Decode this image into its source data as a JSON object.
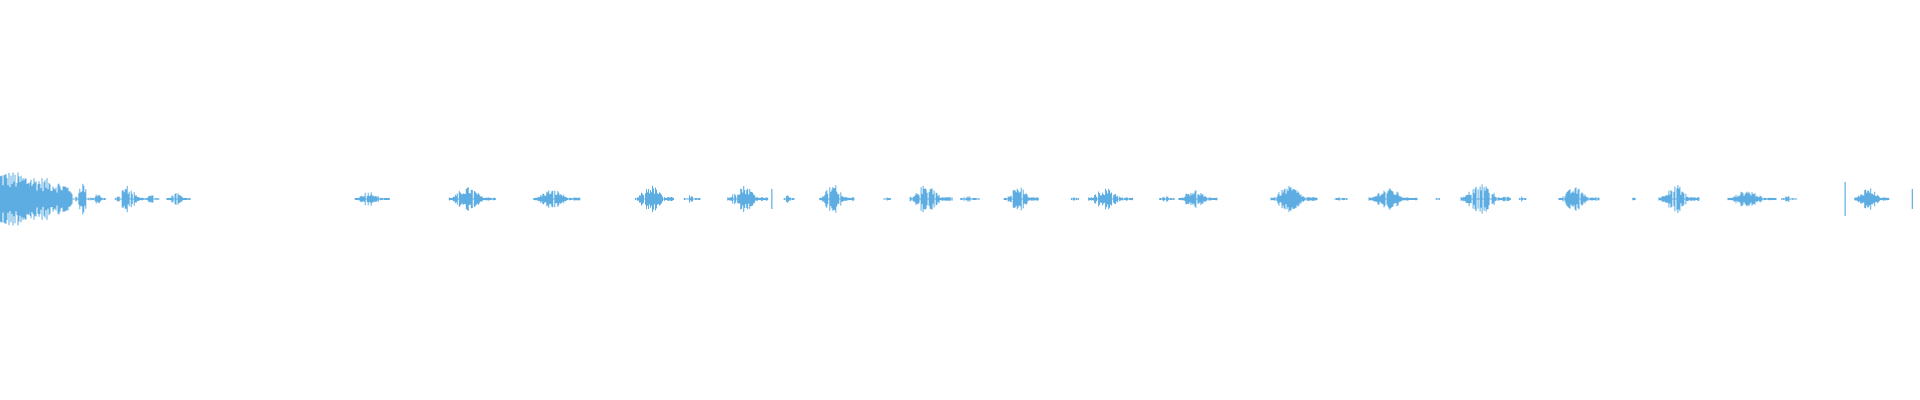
{
  "waveform": {
    "color": "#5dade2",
    "background": "#ffffff",
    "segments": [
      {
        "start": 0.0,
        "end": 0.038,
        "peak": 0.15,
        "fill": 1.0
      },
      {
        "start": 0.038,
        "end": 0.039,
        "peak": 0.28,
        "fill": 0.25
      },
      {
        "start": 0.0395,
        "end": 0.048,
        "peak": 0.09,
        "fill": 0.45
      },
      {
        "start": 0.048,
        "end": 0.055,
        "peak": 0.03,
        "fill": 0.3
      },
      {
        "start": 0.06,
        "end": 0.076,
        "peak": 0.07,
        "fill": 0.55
      },
      {
        "start": 0.076,
        "end": 0.083,
        "peak": 0.025,
        "fill": 0.3
      },
      {
        "start": 0.087,
        "end": 0.099,
        "peak": 0.03,
        "fill": 0.45
      },
      {
        "start": 0.185,
        "end": 0.203,
        "peak": 0.04,
        "fill": 0.55
      },
      {
        "start": 0.234,
        "end": 0.258,
        "peak": 0.06,
        "fill": 0.55
      },
      {
        "start": 0.278,
        "end": 0.302,
        "peak": 0.05,
        "fill": 0.6
      },
      {
        "start": 0.331,
        "end": 0.351,
        "peak": 0.07,
        "fill": 0.55
      },
      {
        "start": 0.356,
        "end": 0.365,
        "peak": 0.02,
        "fill": 0.25
      },
      {
        "start": 0.379,
        "end": 0.4,
        "peak": 0.07,
        "fill": 0.55
      },
      {
        "start": 0.408,
        "end": 0.414,
        "peak": 0.02,
        "fill": 0.25
      },
      {
        "start": 0.427,
        "end": 0.445,
        "peak": 0.075,
        "fill": 0.55
      },
      {
        "start": 0.46,
        "end": 0.464,
        "peak": 0.01,
        "fill": 0.2
      },
      {
        "start": 0.474,
        "end": 0.496,
        "peak": 0.075,
        "fill": 0.55
      },
      {
        "start": 0.5,
        "end": 0.51,
        "peak": 0.015,
        "fill": 0.25
      },
      {
        "start": 0.523,
        "end": 0.541,
        "peak": 0.065,
        "fill": 0.55
      },
      {
        "start": 0.558,
        "end": 0.562,
        "peak": 0.015,
        "fill": 0.2
      },
      {
        "start": 0.567,
        "end": 0.59,
        "peak": 0.055,
        "fill": 0.55
      },
      {
        "start": 0.604,
        "end": 0.612,
        "peak": 0.015,
        "fill": 0.25
      },
      {
        "start": 0.614,
        "end": 0.634,
        "peak": 0.05,
        "fill": 0.6
      },
      {
        "start": 0.662,
        "end": 0.686,
        "peak": 0.065,
        "fill": 0.55
      },
      {
        "start": 0.695,
        "end": 0.702,
        "peak": 0.015,
        "fill": 0.25
      },
      {
        "start": 0.713,
        "end": 0.738,
        "peak": 0.055,
        "fill": 0.55
      },
      {
        "start": 0.748,
        "end": 0.75,
        "peak": 0.01,
        "fill": 0.2
      },
      {
        "start": 0.761,
        "end": 0.787,
        "peak": 0.08,
        "fill": 0.55
      },
      {
        "start": 0.791,
        "end": 0.795,
        "peak": 0.015,
        "fill": 0.2
      },
      {
        "start": 0.812,
        "end": 0.833,
        "peak": 0.06,
        "fill": 0.55
      },
      {
        "start": 0.85,
        "end": 0.852,
        "peak": 0.01,
        "fill": 0.2
      },
      {
        "start": 0.864,
        "end": 0.885,
        "peak": 0.075,
        "fill": 0.55
      },
      {
        "start": 0.9,
        "end": 0.925,
        "peak": 0.045,
        "fill": 0.55
      },
      {
        "start": 0.928,
        "end": 0.936,
        "peak": 0.02,
        "fill": 0.3
      },
      {
        "start": 0.966,
        "end": 0.984,
        "peak": 0.06,
        "fill": 0.55
      },
      {
        "start": 1.0,
        "end": 1.0,
        "peak": 0.0,
        "fill": 0.0
      }
    ],
    "clips": [
      {
        "start": 0.0,
        "end": 0.086
      },
      {
        "start": 0.155,
        "end": 0.84
      },
      {
        "start": 0.91,
        "end": 1.0
      }
    ]
  }
}
